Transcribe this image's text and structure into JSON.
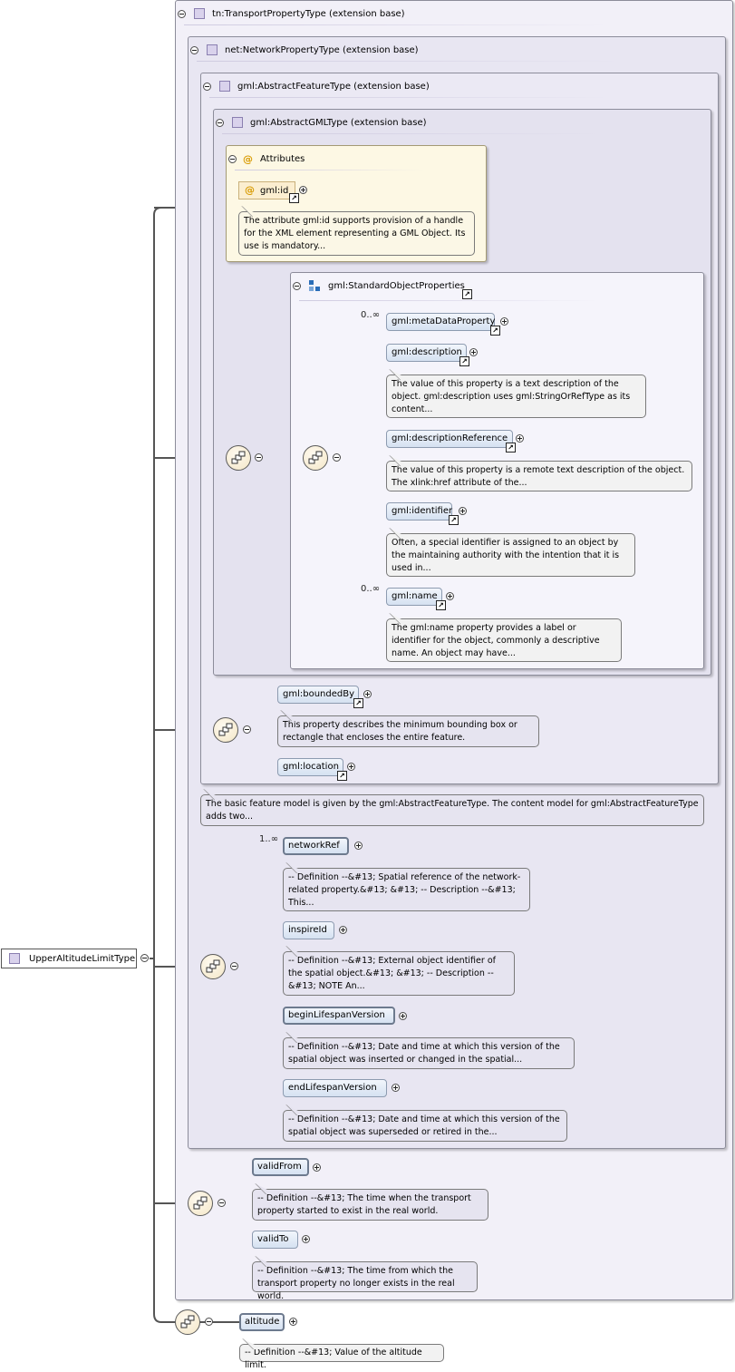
{
  "root": {
    "label": "UpperAltitudeLimitType"
  },
  "types": {
    "transport": "tn:TransportPropertyType (extension base)",
    "network": "net:NetworkPropertyType (extension base)",
    "feature": "gml:AbstractFeatureType (extension base)",
    "gml": "gml:AbstractGMLType (extension base)"
  },
  "attributes": {
    "title": "Attributes",
    "id": {
      "label": "gml:id",
      "doc": "The attribute gml:id supports provision of a handle for the XML element representing a GML Object. Its use is mandatory..."
    }
  },
  "group": {
    "title": "gml:StandardObjectProperties",
    "items": [
      {
        "label": "gml:metaDataProperty",
        "card": "0..∞",
        "doc": ""
      },
      {
        "label": "gml:description",
        "card": "",
        "doc": "The value of this property is a text description of the object. gml:description uses gml:StringOrRefType as its content..."
      },
      {
        "label": "gml:descriptionReference",
        "card": "",
        "doc": "The value of this property is a remote text description of the object. The xlink:href attribute of the..."
      },
      {
        "label": "gml:identifier",
        "card": "",
        "doc": "Often, a special identifier is assigned to an object by the maintaining authority with the intention that it is used in..."
      },
      {
        "label": "gml:name",
        "card": "0..∞",
        "doc": "The gml:name property provides a label or identifier for the object, commonly a descriptive name. An object may have..."
      }
    ]
  },
  "feature_seq": {
    "bounded_by": {
      "label": "gml:boundedBy",
      "doc": "This property describes the minimum bounding box or rectangle that encloses the entire feature."
    },
    "location": {
      "label": "gml:location"
    }
  },
  "feature_doc": "The basic feature model is given by the gml:AbstractFeatureType. The content model for gml:AbstractFeatureType adds two...",
  "network_seq": [
    {
      "label": "networkRef",
      "card": "1..∞",
      "doc": "-- Definition --&#13; Spatial reference of the network-related property.&#13; &#13; -- Description --&#13; This..."
    },
    {
      "label": "inspireId",
      "card": "",
      "doc": "-- Definition --&#13; External object identifier of the spatial object.&#13; &#13; -- Description --&#13; NOTE An..."
    },
    {
      "label": "beginLifespanVersion",
      "card": "",
      "doc": "-- Definition --&#13; Date and time at which this version of the spatial object was inserted or changed in the spatial..."
    },
    {
      "label": "endLifespanVersion",
      "card": "",
      "doc": "-- Definition --&#13; Date and time at which this version of the spatial object was superseded or retired in the..."
    }
  ],
  "transport_seq": [
    {
      "label": "validFrom",
      "doc": "-- Definition --&#13; The time when the transport property started to exist in the real world."
    },
    {
      "label": "validTo",
      "doc": "-- Definition --&#13; The time from which the transport property no longer exists in the real world."
    }
  ],
  "altitude": {
    "label": "altitude",
    "doc": "-- Definition --&#13; Value of the altitude limit."
  },
  "icons": {
    "collapse": "minus-circle-icon",
    "expand": "plus-circle-icon",
    "reference": "arrow-link-icon",
    "sequence": "sequence-compositor-icon",
    "type": "complex-type-icon",
    "attribute": "at-sign-icon"
  }
}
